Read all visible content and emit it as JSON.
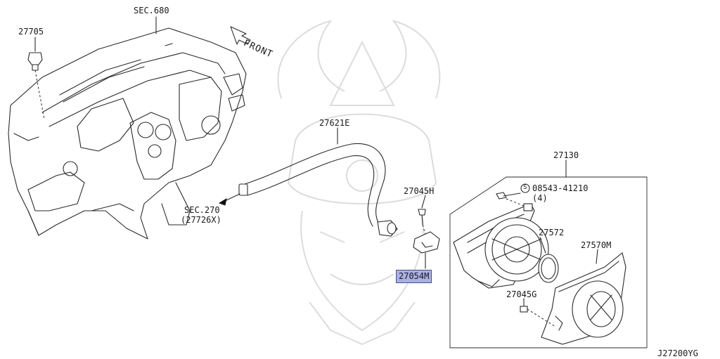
{
  "diagram": {
    "labels": {
      "sec680": "SEC.680",
      "p27705": "27705",
      "front": "FRONT",
      "p27621E": "27621E",
      "sec270": "SEC.270",
      "sec270_ref": "(27726X)",
      "p27045H": "27045H",
      "p27130": "27130",
      "screw_code": "08543-41210",
      "screw_qty": "(4)",
      "p27572": "27572",
      "p27570M": "27570M",
      "p27054M": "27054M",
      "p27045G": "27045G",
      "figure_id": "J27200YG"
    },
    "icons": {
      "screw_symbol": "S-circle-icon",
      "watermark": "samurai-helmet-watermark"
    },
    "highlight_color": "#a8b0e4"
  }
}
